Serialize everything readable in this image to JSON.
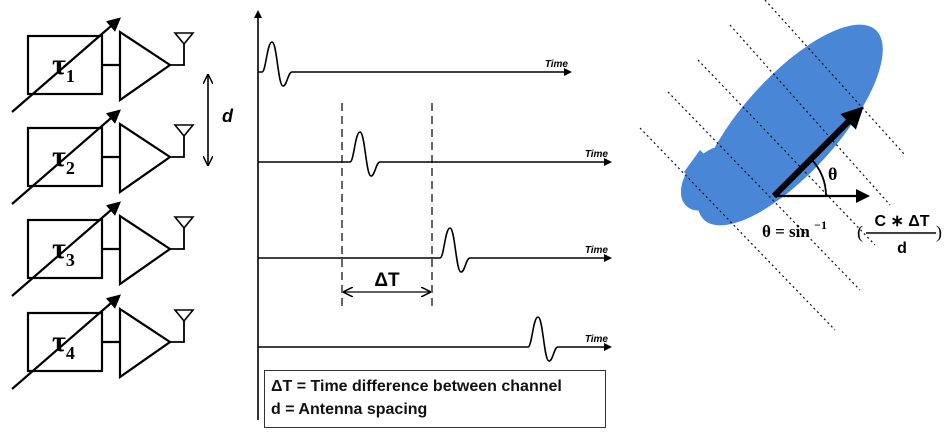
{
  "channels": [
    {
      "sub": "1"
    },
    {
      "sub": "2"
    },
    {
      "sub": "3"
    },
    {
      "sub": "4"
    }
  ],
  "delay_symbol": "τ",
  "spacing_label": "d",
  "axis_label": "Time",
  "delta_t_label": "ΔT",
  "legend": {
    "line1": "ΔT = Time difference between channel",
    "line2": "d = Antenna spacing"
  },
  "beam": {
    "angle_label": "θ",
    "formula_lhs": "θ = sin",
    "formula_exp": "−1",
    "formula_numerator": "C ∗ ΔT",
    "formula_denominator": "d",
    "colors": {
      "beam": "#4a86d6",
      "arrow": "#000000"
    }
  }
}
